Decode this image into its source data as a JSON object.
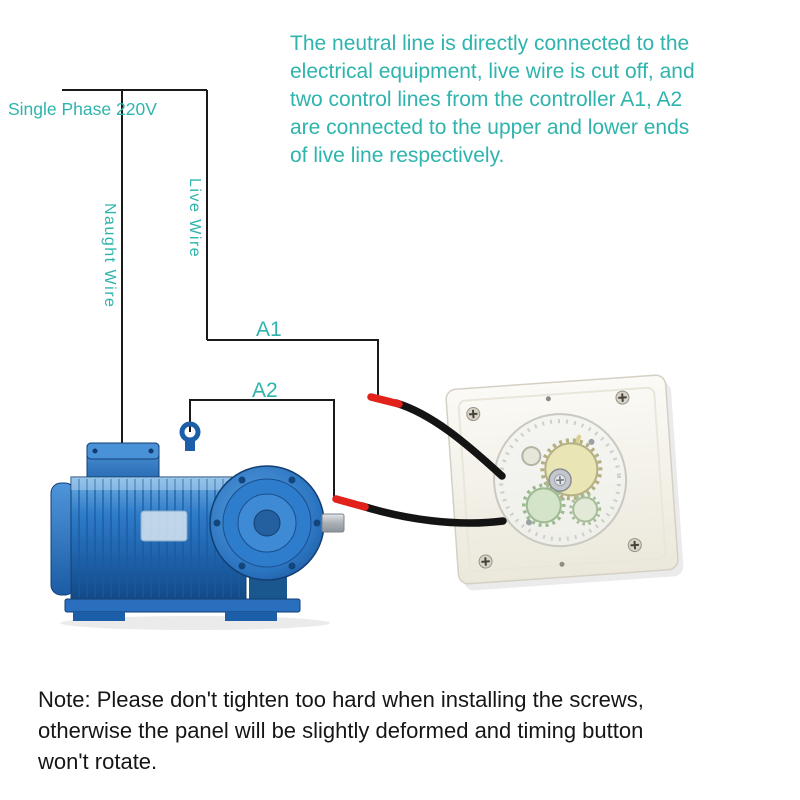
{
  "colors": {
    "accent_teal": "#2eb4ad",
    "wire_black": "#1a1a1a",
    "terminal_red": "#e2211b",
    "motor_blue": "#2e7cc9",
    "panel_white": "#f7f5ee"
  },
  "description": "The neutral line is directly connected to the\nelectrical equipment,  live wire is cut off, and\ntwo control lines from the controller A1, A2\nare connected to the upper and lower ends\nof live line respectively.",
  "labels": {
    "supply": "Single Phase 220V",
    "naught_wire": "Naught Wire",
    "live_wire": "Live Wire",
    "terminal_a1": "A1",
    "terminal_a2": "A2"
  },
  "note": "Note: Please don't tighten too hard when installing the screws,\notherwise the panel will be slightly deformed and timing button\nwon't rotate."
}
